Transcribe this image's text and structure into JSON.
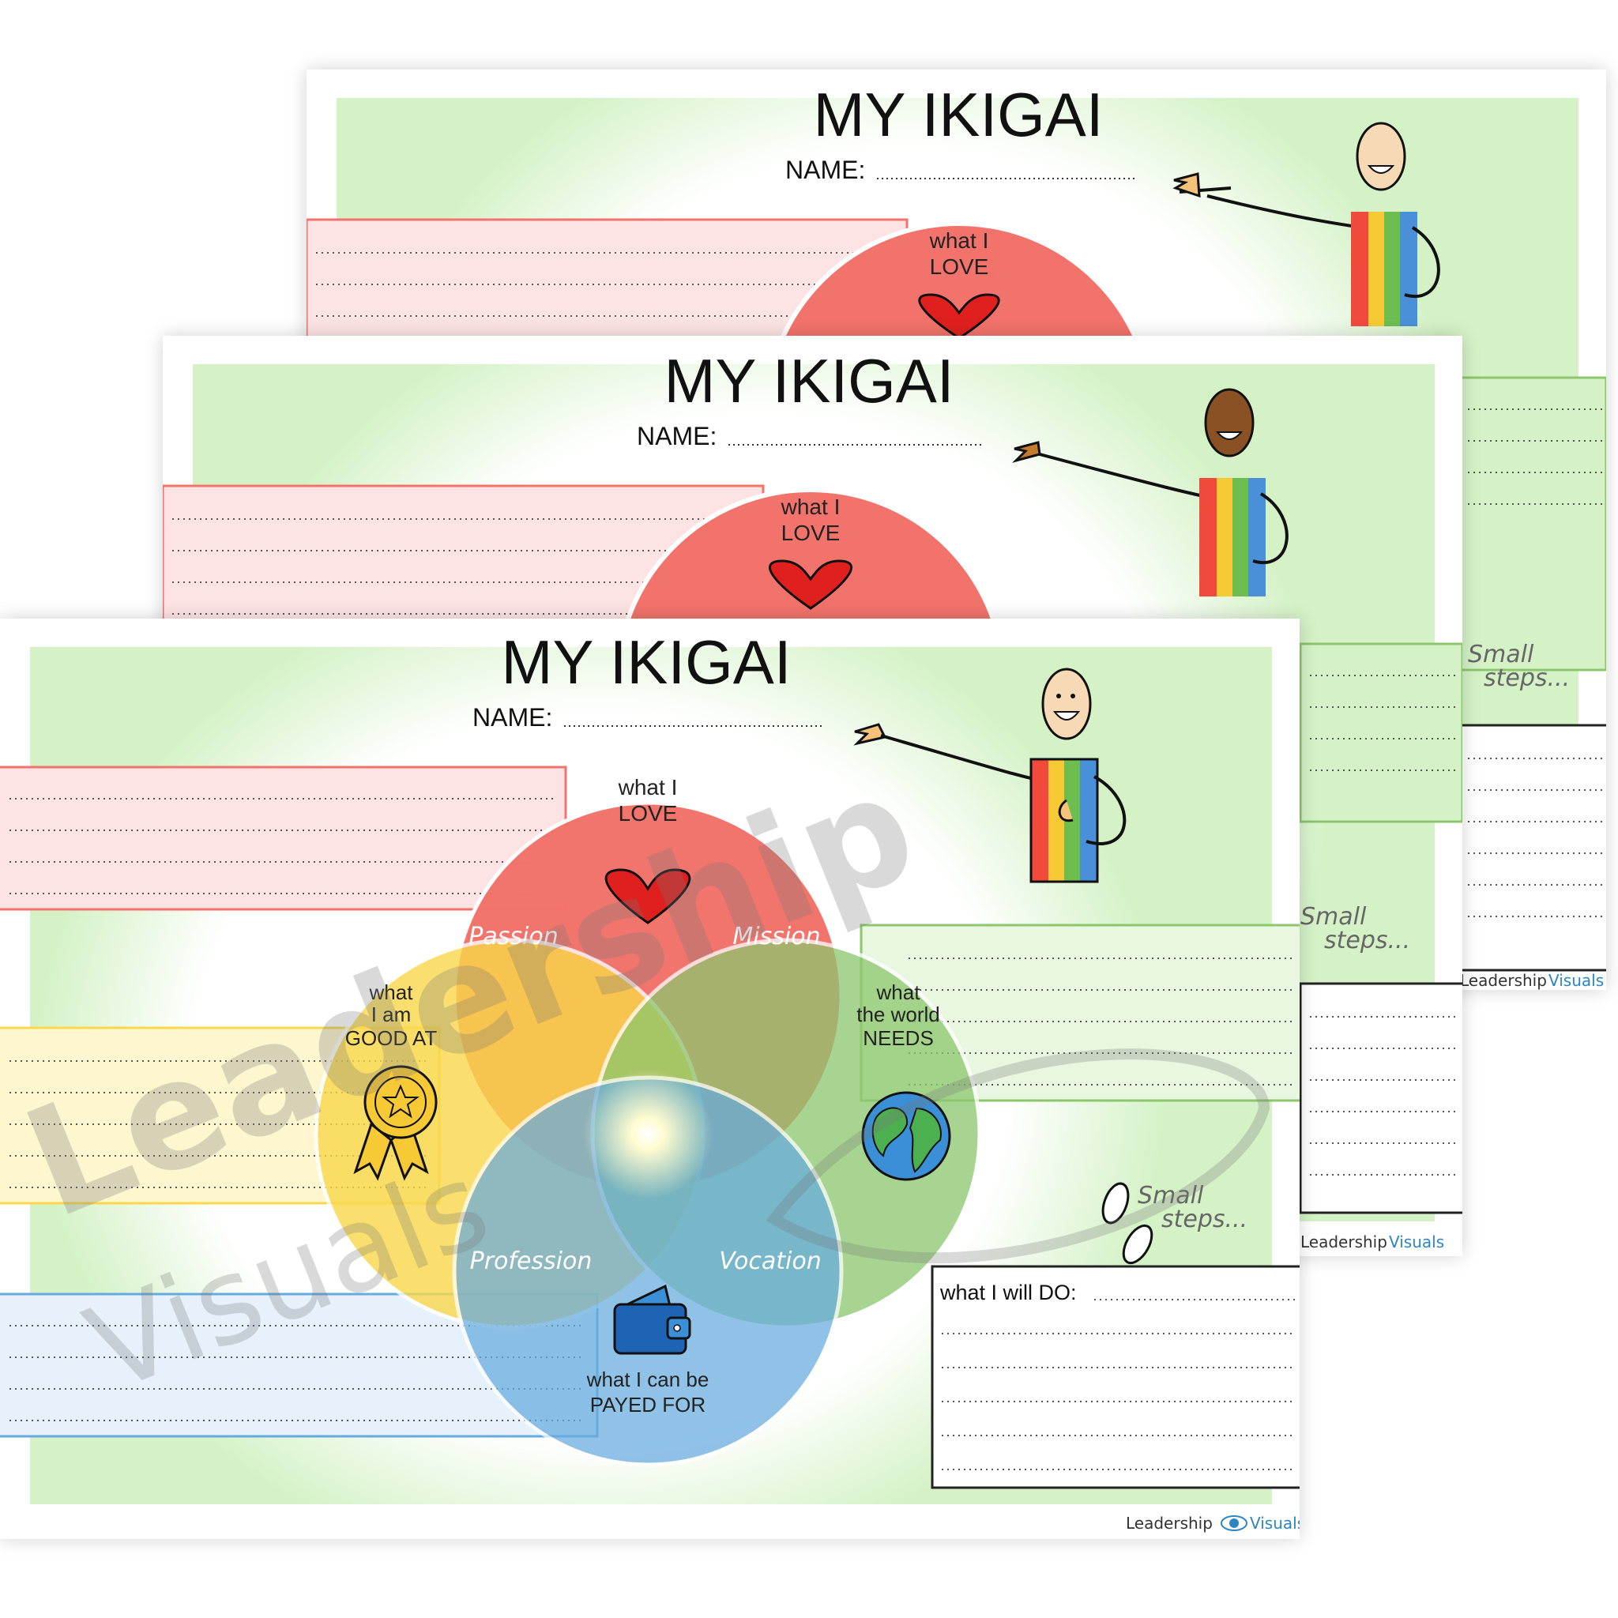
{
  "worksheet": {
    "title": "MY IKIGAI",
    "name_label": "NAME:",
    "love_label": [
      "what I",
      "LOVE"
    ],
    "good_label": [
      "what",
      "I am",
      "GOOD AT"
    ],
    "world_label": [
      "what",
      "the world",
      "NEEDS"
    ],
    "payed_label": [
      "what I can be",
      "PAYED FOR"
    ],
    "passion": "Passion",
    "mission": "Mission",
    "profession": "Profession",
    "vocation": "Vocation",
    "small_steps": [
      "Small",
      "steps..."
    ],
    "will_do_label": "what I will DO:",
    "brand_part1": "Leadership",
    "brand_part2": "Visuals",
    "watermark_1": "Leadership",
    "watermark_2": "Visuals"
  },
  "colors": {
    "love": "#f2736b",
    "good": "#f9d84a",
    "world": "#8cc66d",
    "payed": "#66abdf",
    "background_panel": "#d4f2c6",
    "brand_blue": "#2e86c1"
  },
  "icons": [
    "heart-icon",
    "award-medal-icon",
    "globe-icon",
    "wallet-icon",
    "footprints-icon",
    "eye-logo-icon"
  ]
}
